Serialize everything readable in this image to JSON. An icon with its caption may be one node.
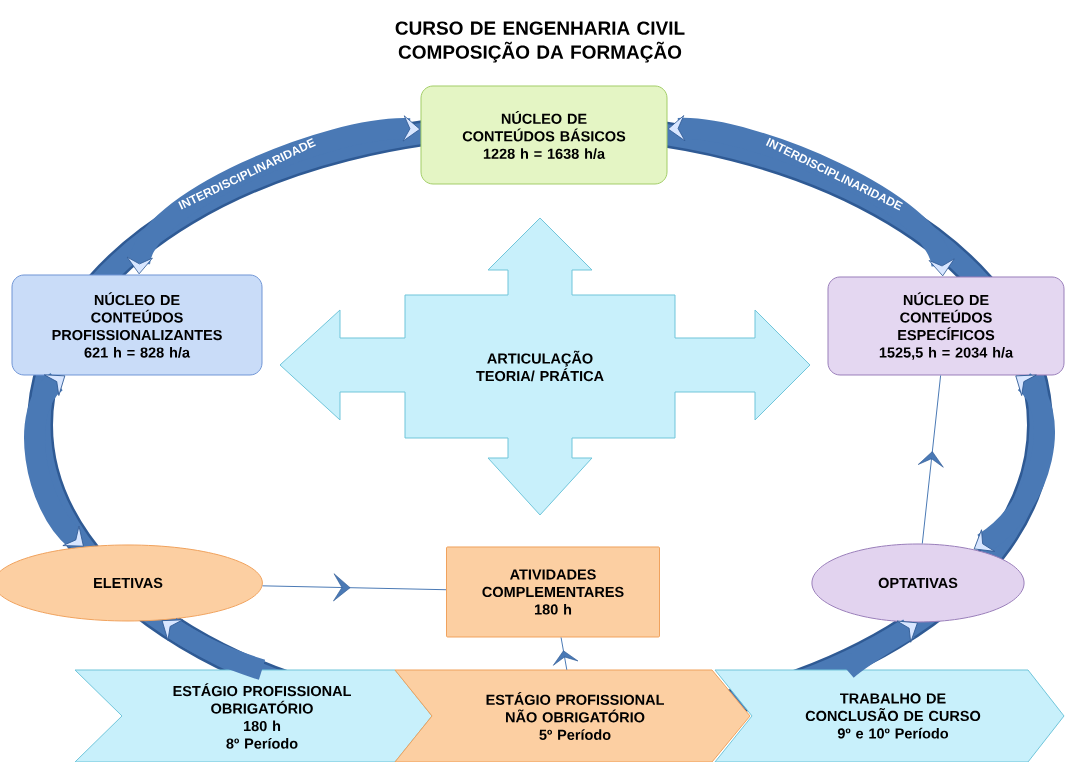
{
  "diagram": {
    "title": "CURSO DE ENGENHARIA CIVIL COMPOSIÇÃO DA FORMAÇÃO",
    "nodes": [
      {
        "text": [
          "NÚCLEO DE CONTEÚDOS BÁSICOS",
          "1228 h = 1638 h/a"
        ]
      },
      {
        "text": [
          "NÚCLEO DE CONTEÚDOS PROFISSIONALIZANTES",
          "621 h = 828 h/a"
        ]
      },
      {
        "text": [
          "NÚCLEO DE CONTEÚDOS ESPECÍFICOS",
          "1525,5 h = 2034 h/a"
        ]
      },
      {
        "text": [
          "ARTICULAÇÃO TEORIA/ PRÁTICA"
        ]
      },
      {
        "text": [
          "ELETIVAS"
        ]
      },
      {
        "text": [
          "ATIVIDADES COMPLEMENTARES",
          "180 h"
        ]
      },
      {
        "text": [
          "OPTATIVAS"
        ]
      },
      {
        "text": [
          "ESTÁGIO PROFISSIONAL OBRIGATÓRIO",
          "180 h",
          "8º Período"
        ]
      },
      {
        "text": [
          "ESTÁGIO PROFISSIONAL NÃO OBRIGATÓRIO",
          "5º  Período"
        ]
      },
      {
        "text": [
          "TRABALHO DE CONCLUSÃO DE CURSO",
          "9º e 10º Período"
        ]
      }
    ],
    "edges": [
      {
        "from": 0,
        "to": 1,
        "arrow": "both",
        "label": "INTERDISCIPLINARIDADE"
      },
      {
        "from": 0,
        "to": 2,
        "arrow": "both",
        "label": "INTERDISCIPLINARIDADE"
      },
      {
        "from": 1,
        "to": 4,
        "arrow": "both"
      },
      {
        "from": 2,
        "to": 6,
        "arrow": "both"
      },
      {
        "from": 7,
        "to": 4,
        "arrow": "to"
      },
      {
        "from": 9,
        "to": 6,
        "arrow": "to"
      },
      {
        "from": 4,
        "to": 5,
        "arrow": "to"
      },
      {
        "from": 8,
        "to": 5,
        "arrow": "to"
      },
      {
        "from": 6,
        "to": 2,
        "arrow": "to"
      }
    ]
  }
}
